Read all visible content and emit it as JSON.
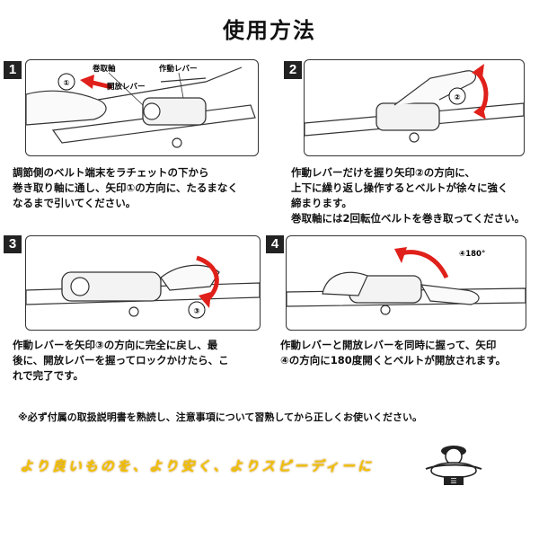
{
  "title": "使用方法",
  "steps": [
    {
      "num": "1",
      "labels": {
        "winding_shaft": "巻取軸",
        "release_lever": "開放レバー",
        "operating_lever": "作動レバー",
        "arrow": "①"
      },
      "lines": [
        "調節側のベルト端末をラチェットの下から",
        "巻き取り軸に通し、矢印①の方向に、たるまなく",
        "なるまで引いてください。"
      ]
    },
    {
      "num": "2",
      "labels": {
        "arrow": "②"
      },
      "lines": [
        "作動レバーだけを握り矢印②の方向に、",
        "上下に繰り返し操作するとベルトが徐々に強く",
        "締まります。",
        "巻取軸には2回転位ベルトを巻き取ってください。"
      ]
    },
    {
      "num": "3",
      "labels": {
        "arrow": "③"
      },
      "lines": [
        "作動レバーを矢印③の方向に完全に戻し、最",
        "後に、開放レバーを握ってロックかけたら、こ",
        "れで完了です。"
      ]
    },
    {
      "num": "4",
      "labels": {
        "arrow": "④180°"
      },
      "lines": [
        "作動レバーと開放レバーを同時に握って、矢印",
        "④の方向に180度開くとベルトが開放されます。"
      ]
    }
  ],
  "note": "※必ず付属の取扱説明書を熟読し、注意事項について習熟してから正しくお使いください。",
  "slogan": "より良いものを、より安く、よりスピーディーに",
  "colors": {
    "arrow": "#e0201a",
    "slogan": "#f2c100"
  }
}
